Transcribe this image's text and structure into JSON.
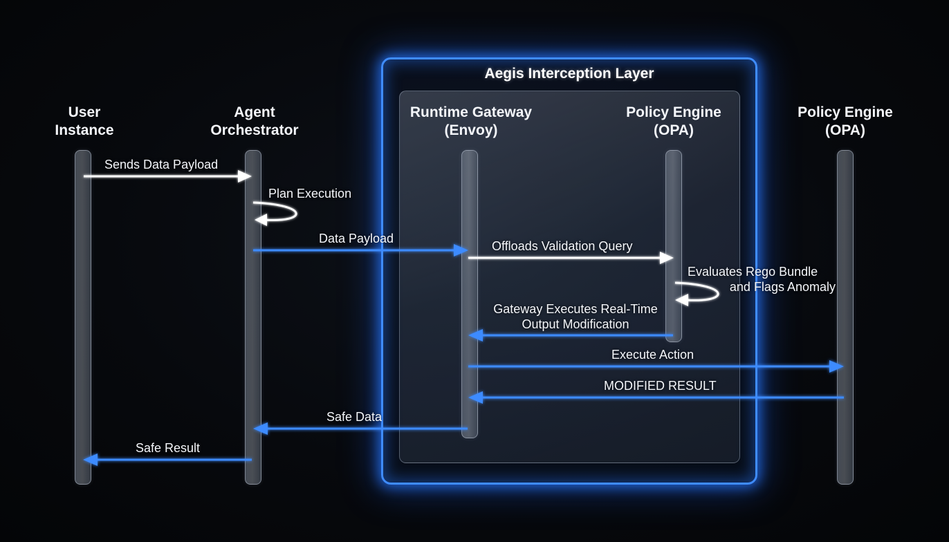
{
  "layer_title": "Aegis Interception Layer",
  "actors": [
    {
      "id": "user",
      "line1": "User",
      "line2": "Instance"
    },
    {
      "id": "agent",
      "line1": "Agent",
      "line2": "Orchestrator"
    },
    {
      "id": "gateway",
      "line1": "Runtime Gateway",
      "line2": "(Envoy)"
    },
    {
      "id": "policy_inner",
      "line1": "Policy Engine",
      "line2": "(OPA)"
    },
    {
      "id": "policy_outer",
      "line1": "Policy Engine",
      "line2": "(OPA)"
    }
  ],
  "messages": {
    "sends_payload": "Sends Data Payload",
    "plan_execution": "Plan Execution",
    "data_payload": "Data Payload",
    "offloads_query": "Offloads Validation Query",
    "evaluates_line1": "Evaluates Rego Bundle",
    "evaluates_line2": "and Flags Anomaly",
    "gateway_exec_line1": "Gateway Executes Real-Time",
    "gateway_exec_line2": "Output Modification",
    "execute_action": "Execute Action",
    "modified_result": "MODIFIED RESULT",
    "safe_data": "Safe Data",
    "safe_result": "Safe Result"
  },
  "colors": {
    "accent_blue": "#3d8bff",
    "arrow_white": "#ffffff",
    "background": "#07090d"
  }
}
